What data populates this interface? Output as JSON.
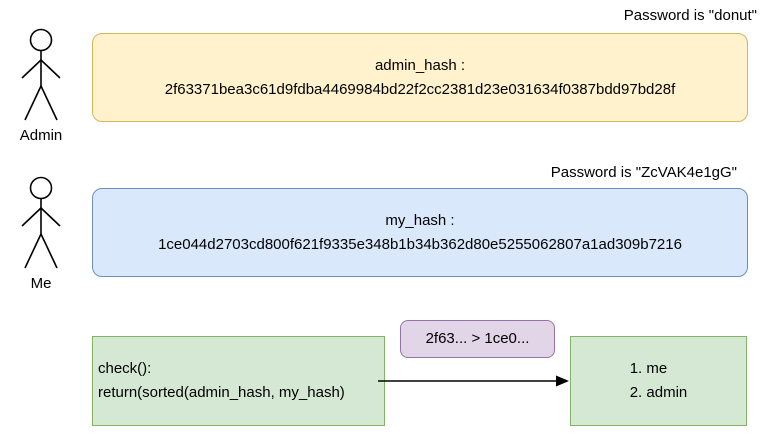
{
  "notes": {
    "admin_password": "Password is \"donut\"",
    "me_password": "Password is \"ZcVAK4e1gG\""
  },
  "actors": {
    "admin": {
      "label": "Admin"
    },
    "me": {
      "label": "Me"
    }
  },
  "admin_hash_box": {
    "title": "admin_hash :",
    "value": "2f63371bea3c61d9fdba4469984bd22f2cc2381d23e031634f0387bdd97bd28f"
  },
  "my_hash_box": {
    "title": "my_hash :",
    "value": "1ce044d2703cd800f621f9335e348b1b34b362d80e5255062807a1ad309b7216"
  },
  "check_box": {
    "line1": "check():",
    "line2": "return(sorted(admin_hash, my_hash)"
  },
  "comparison_box": {
    "label": "2f63... > 1ce0..."
  },
  "result_box": {
    "line1": "1. me",
    "line2": "2. admin"
  },
  "colors": {
    "yellow-fill": "#FFF2CC",
    "yellow-border": "#D6B656",
    "blue-fill": "#DAE8FC",
    "blue-border": "#6C8EBF",
    "green-fill": "#D5E8D4",
    "green-border": "#82B366",
    "purple-fill": "#E1D5E7",
    "purple-border": "#9673A6",
    "stroke": "#000000"
  }
}
